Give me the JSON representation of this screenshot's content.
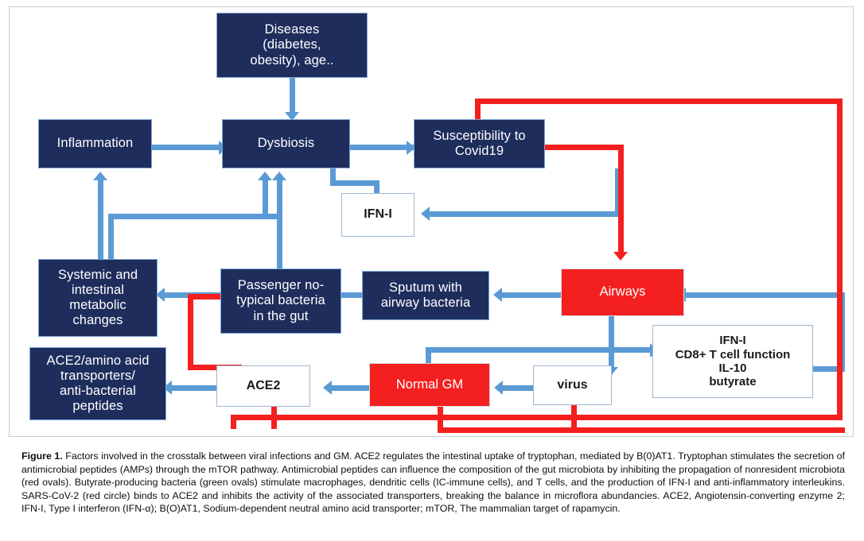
{
  "figure": {
    "nodes": {
      "diseases": {
        "label": "Diseases\n(diabetes,\nobesity), age.."
      },
      "inflammation": {
        "label": "Inflammation"
      },
      "dysbiosis": {
        "label": "Dysbiosis"
      },
      "susceptibility": {
        "label": "Susceptibility to\nCovid19"
      },
      "ifn1": {
        "label": "IFN-I"
      },
      "systemic": {
        "label": "Systemic and\nintestinal\nmetabolic\nchanges"
      },
      "passenger": {
        "label": "Passenger no-\ntypical bacteria\nin the gut"
      },
      "sputum": {
        "label": "Sputum  with\nairway bacteria"
      },
      "airways": {
        "label": "Airways"
      },
      "ace2_amino": {
        "label": "ACE2/amino acid\ntransporters/\nanti-bacterial\npeptides"
      },
      "ace2": {
        "label": "ACE2"
      },
      "normal_gm": {
        "label": "Normal GM"
      },
      "virus": {
        "label": "virus"
      },
      "immune_panel": {
        "label": "IFN-I\nCD8+ T cell function\nIL-10\nbutyrate"
      }
    },
    "colors": {
      "navy": "#1e2d5c",
      "red": "#f41f1f",
      "blue_arrow": "#5b9bd5",
      "white_box_border": "#9fb6cd",
      "background": "#ffffff"
    }
  },
  "caption": {
    "label": "Figure 1.",
    "text": " Factors involved in the crosstalk between viral infections and GM. ACE2 regulates the intestinal uptake of tryptophan, mediated by B(0)AT1. Tryptophan stimulates the secretion of antimicrobial peptides (AMPs) through the mTOR pathway. Antimicrobial peptides can influence the composition of the gut microbiota by inhibiting the propagation of nonresident microbiota (red ovals). Butyrate-producing bacteria (green ovals) stimulate macrophages, dendritic cells (IC-immune cells), and T cells, and the production of IFN-I and anti-inflammatory interleukins. SARS-CoV-2 (red circle) binds to ACE2 and inhibits the activity of the associated transporters, breaking the balance in microflora abundancies. ACE2, Angiotensin-converting enzyme 2; IFN-I, Type I interferon (IFN-α); B(O)AT1, Sodium-dependent neutral amino acid transporter; mTOR, The mammalian target of rapamycin."
  }
}
